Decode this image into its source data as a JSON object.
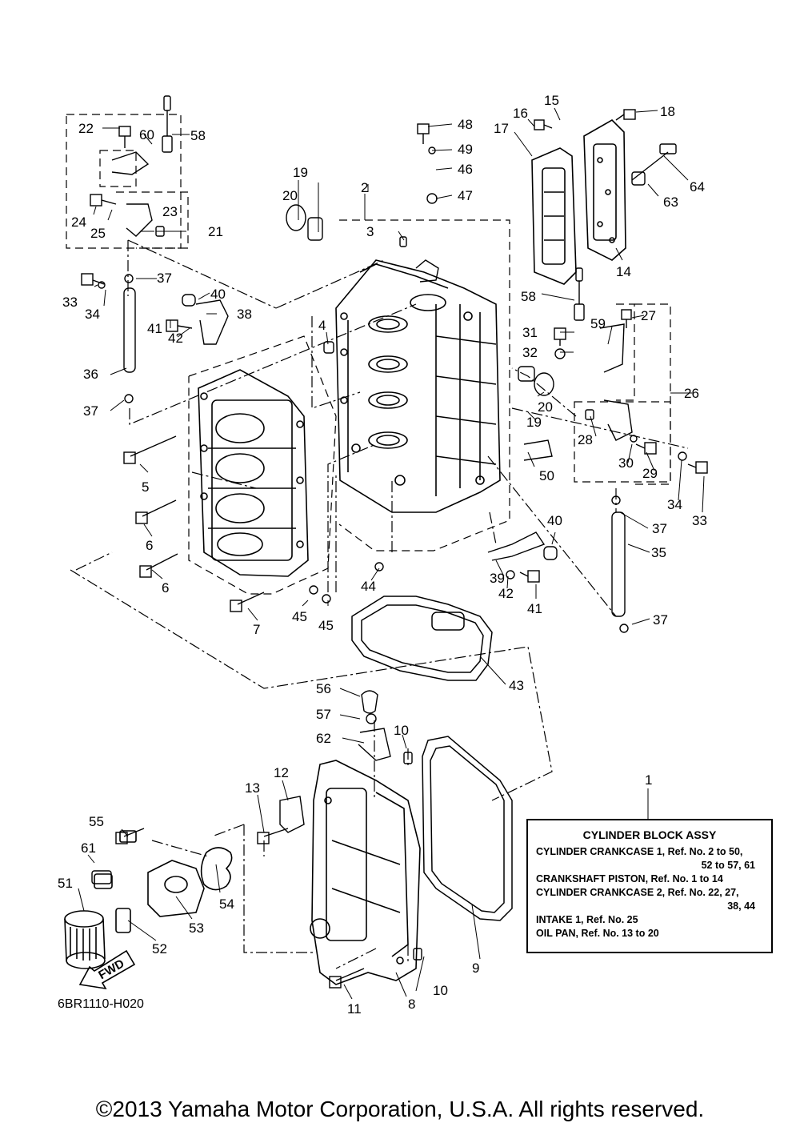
{
  "diagram": {
    "part_code": "6BR1110-H020",
    "fwd_label": "FWD",
    "copyright": "©2013 Yamaha Motor Corporation, U.S.A. All rights reserved."
  },
  "callouts": {
    "c1": "1",
    "c2": "2",
    "c3": "3",
    "c4": "4",
    "c5": "5",
    "c6a": "6",
    "c6b": "6",
    "c7": "7",
    "c8": "8",
    "c9": "9",
    "c10a": "10",
    "c10b": "10",
    "c11": "11",
    "c12": "12",
    "c13": "13",
    "c14": "14",
    "c15": "15",
    "c16": "16",
    "c17": "17",
    "c18": "18",
    "c19a": "19",
    "c19b": "19",
    "c20a": "20",
    "c20b": "20",
    "c21": "21",
    "c22": "22",
    "c23": "23",
    "c24": "24",
    "c25": "25",
    "c26": "26",
    "c27": "27",
    "c28": "28",
    "c29": "29",
    "c30": "30",
    "c31": "31",
    "c32": "32",
    "c33a": "33",
    "c33b": "33",
    "c34a": "34",
    "c34b": "34",
    "c35": "35",
    "c36": "36",
    "c37a": "37",
    "c37b": "37",
    "c37c": "37",
    "c37d": "37",
    "c38": "38",
    "c39": "39",
    "c40a": "40",
    "c40b": "40",
    "c41a": "41",
    "c41b": "41",
    "c42a": "42",
    "c42b": "42",
    "c43": "43",
    "c44": "44",
    "c45a": "45",
    "c45b": "45",
    "c46": "46",
    "c47": "47",
    "c48": "48",
    "c49": "49",
    "c50": "50",
    "c51": "51",
    "c52": "52",
    "c53": "53",
    "c54": "54",
    "c55": "55",
    "c56": "56",
    "c57": "57",
    "c58a": "58",
    "c58b": "58",
    "c59": "59",
    "c60": "60",
    "c61": "61",
    "c62": "62",
    "c63": "63",
    "c64": "64"
  },
  "reference_box": {
    "title": "CYLINDER BLOCK ASSY",
    "line1": "CYLINDER CRANKCASE 1,  Ref. No. 2 to 50,",
    "line1_cont": "52 to 57, 61",
    "line2": "CRANKSHAFT PISTON,  Ref. No. 1 to 14",
    "line3": "CYLINDER CRANKCASE 2,  Ref. No. 22, 27,",
    "line3_cont": "38, 44",
    "line4": "INTAKE 1,  Ref. No. 25",
    "line5": "OIL PAN,  Ref. No. 13 to 20"
  }
}
